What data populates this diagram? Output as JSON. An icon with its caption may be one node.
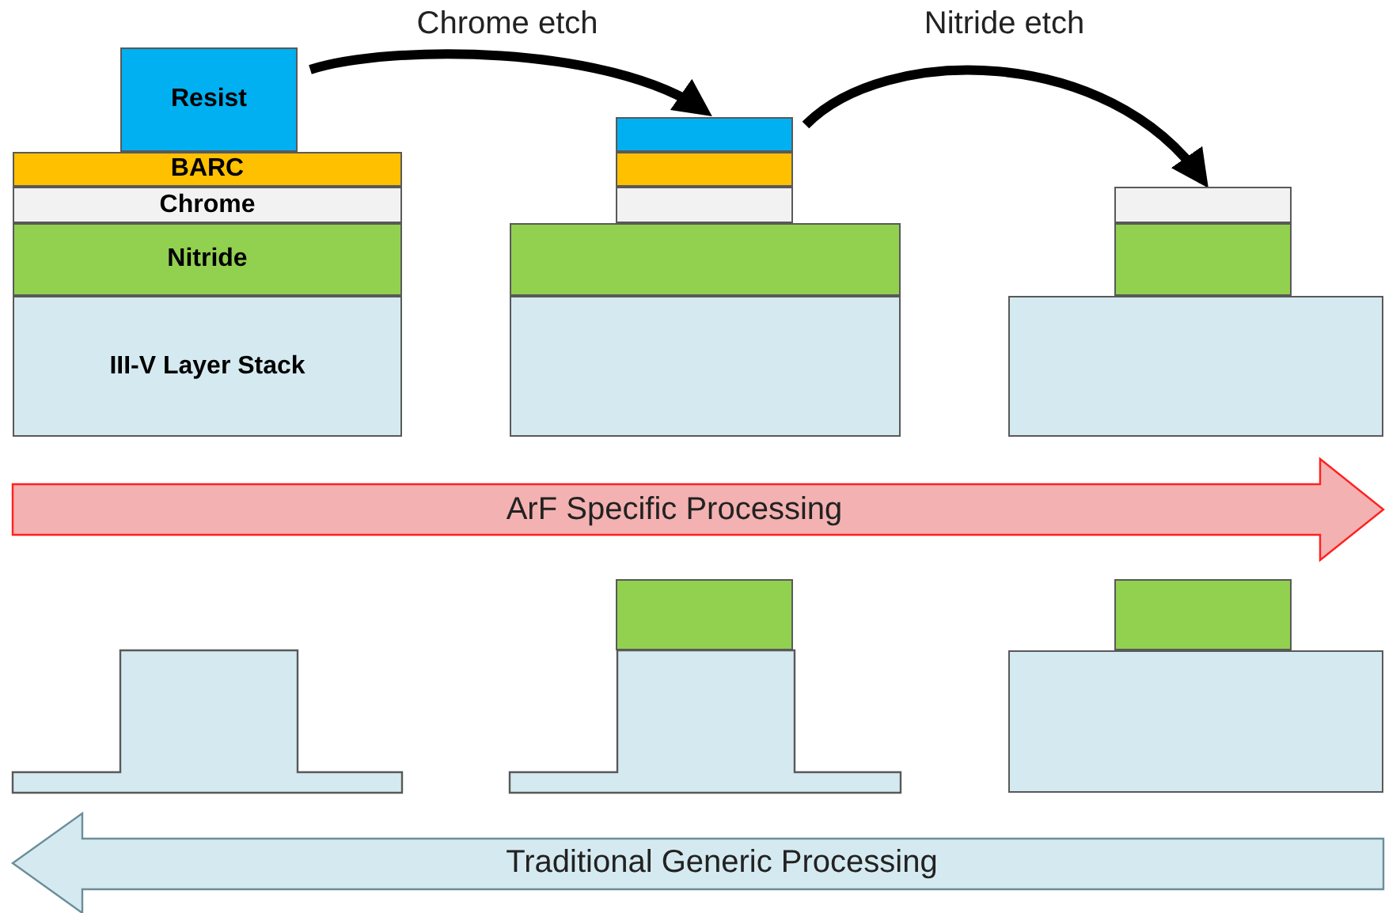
{
  "diagram": {
    "nodes": [
      {
        "text": [
          "Resist"
        ]
      },
      {
        "text": [
          "BARC"
        ]
      },
      {
        "text": [
          "Chrome"
        ]
      },
      {
        "text": [
          "Nitride"
        ]
      },
      {
        "text": [
          "III-V Layer Stack"
        ]
      },
      {
        "text": [],
        "shape": "box"
      },
      {
        "text": [],
        "shape": "box"
      },
      {
        "text": [],
        "shape": "box"
      },
      {
        "text": [],
        "shape": "box"
      },
      {
        "text": [],
        "shape": "box"
      },
      {
        "text": [],
        "shape": "box"
      },
      {
        "text": [],
        "shape": "box"
      },
      {
        "text": [],
        "shape": "box"
      },
      {
        "text": [
          "ArF Specific Processing"
        ]
      },
      {
        "text": [],
        "shape": "box"
      },
      {
        "text": [],
        "shape": "box"
      },
      {
        "text": [],
        "shape": "box"
      },
      {
        "text": [],
        "shape": "box"
      },
      {
        "text": [],
        "shape": "box"
      },
      {
        "text": [
          "Traditional Generic Processing"
        ]
      }
    ],
    "edges": [
      {
        "from": 0,
        "to": 5,
        "arrow": "to",
        "label": "Chrome etch"
      },
      {
        "from": 5,
        "to": 10,
        "arrow": "to",
        "label": "Nitride etch"
      }
    ]
  }
}
